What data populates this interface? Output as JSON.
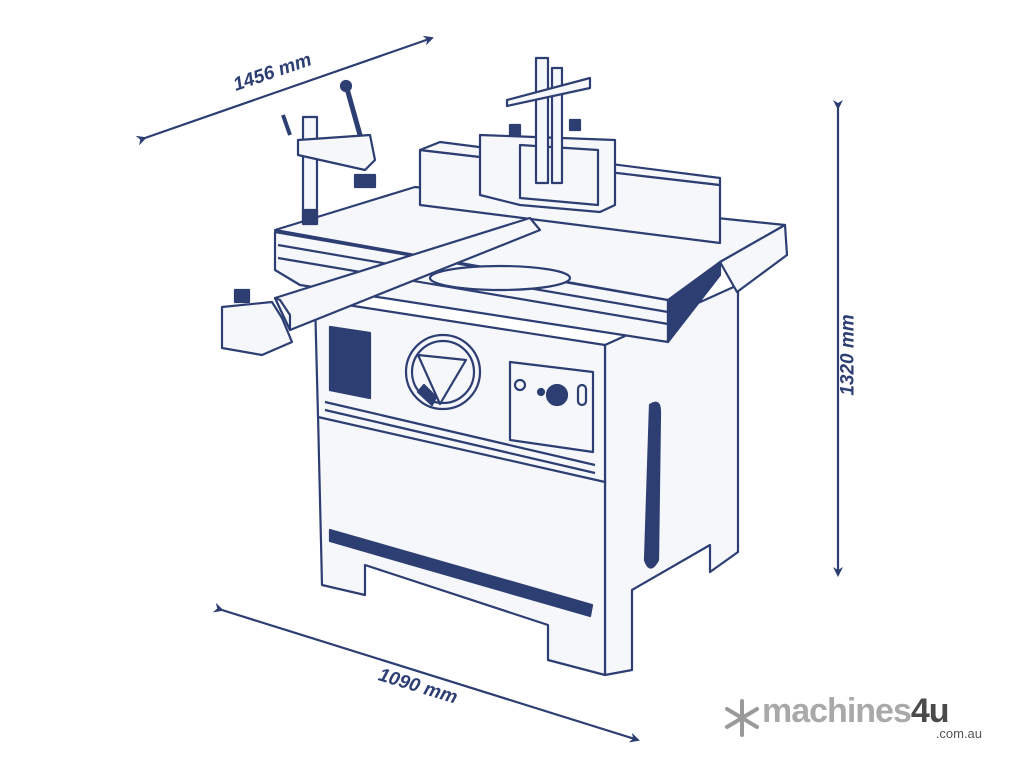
{
  "dimensions": {
    "depth": "1456 mm",
    "height": "1320 mm",
    "width": "1090 mm"
  },
  "logo": {
    "name_prefix": "machines",
    "name_suffix": "4u",
    "domain": ".com.au"
  },
  "colors": {
    "line": "#2d3e72",
    "fill_dark": "#2d3e72",
    "machine_fill": "#f6f7fb",
    "logo_gray": "#a9a9a9"
  }
}
